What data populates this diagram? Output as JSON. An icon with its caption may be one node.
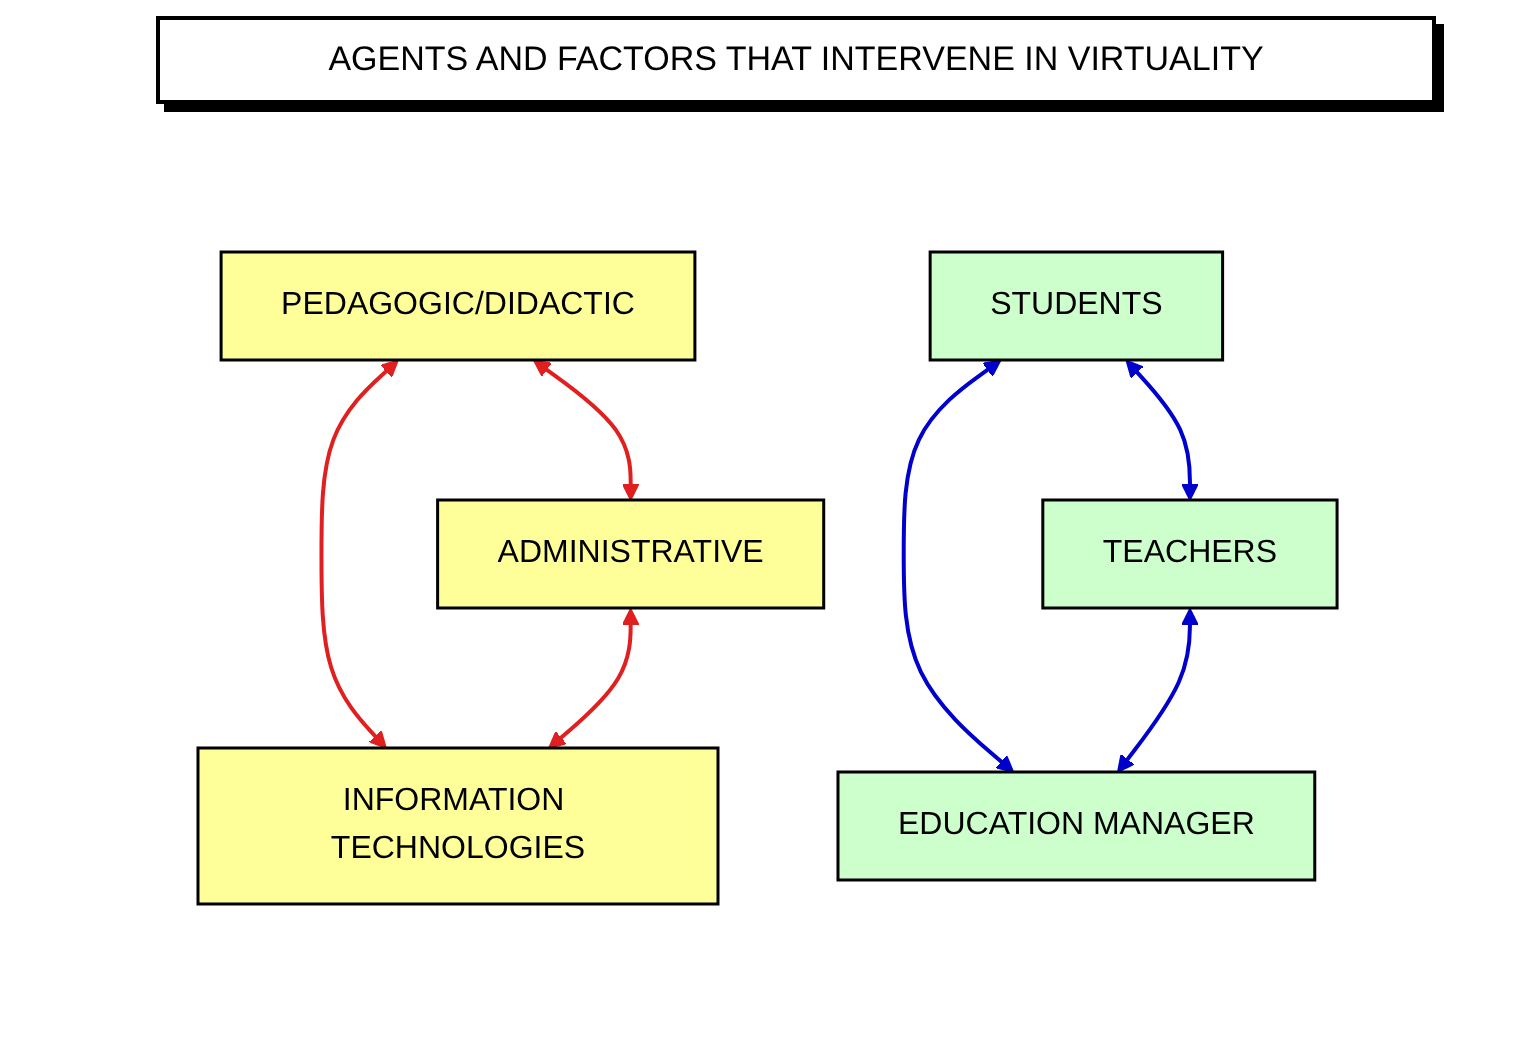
{
  "diagram": {
    "title": "AGENTS AND FACTORS THAT INTERVENE IN VIRTUALITY",
    "nodes": [
      {
        "text": [
          "PEDAGOGIC/DIDACTIC"
        ]
      },
      {
        "text": [
          "STUDENTS"
        ]
      },
      {
        "text": [
          "TEACHERS"
        ]
      },
      {
        "text": [
          "ADMINISTRATIVE"
        ]
      },
      {
        "text": [
          "INFORMATION TECHNOLOGIES"
        ]
      },
      {
        "text": [
          "EDUCATION MANAGER"
        ]
      }
    ],
    "edges": [
      {
        "from": 1,
        "to": 2,
        "arrow": "both",
        "color": "#0000cc"
      },
      {
        "from": 1,
        "to": 5,
        "arrow": "both",
        "color": "#0000cc"
      },
      {
        "from": 2,
        "to": 5,
        "arrow": "both",
        "color": "#0000cc"
      },
      {
        "from": 0,
        "to": 3,
        "arrow": "both",
        "color": "#e02020"
      },
      {
        "from": 0,
        "to": 4,
        "arrow": "both",
        "color": "#e02020"
      },
      {
        "from": 3,
        "to": 4,
        "arrow": "both",
        "color": "#e02020"
      }
    ]
  }
}
